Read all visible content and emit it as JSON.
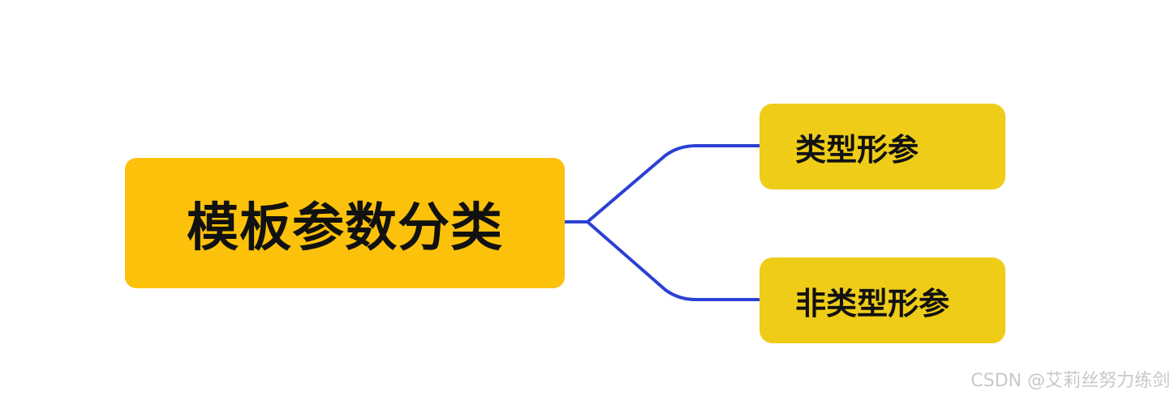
{
  "diagram": {
    "type": "mind-map",
    "root": {
      "label": "模板参数分类",
      "color": "#FCC10A"
    },
    "children": [
      {
        "label": "类型形参",
        "color": "#EFCC18"
      },
      {
        "label": "非类型形参",
        "color": "#EFCC18"
      }
    ],
    "connector_color": "#2A40D4"
  },
  "watermark": {
    "text": "CSDN @艾莉丝努力练剑"
  }
}
